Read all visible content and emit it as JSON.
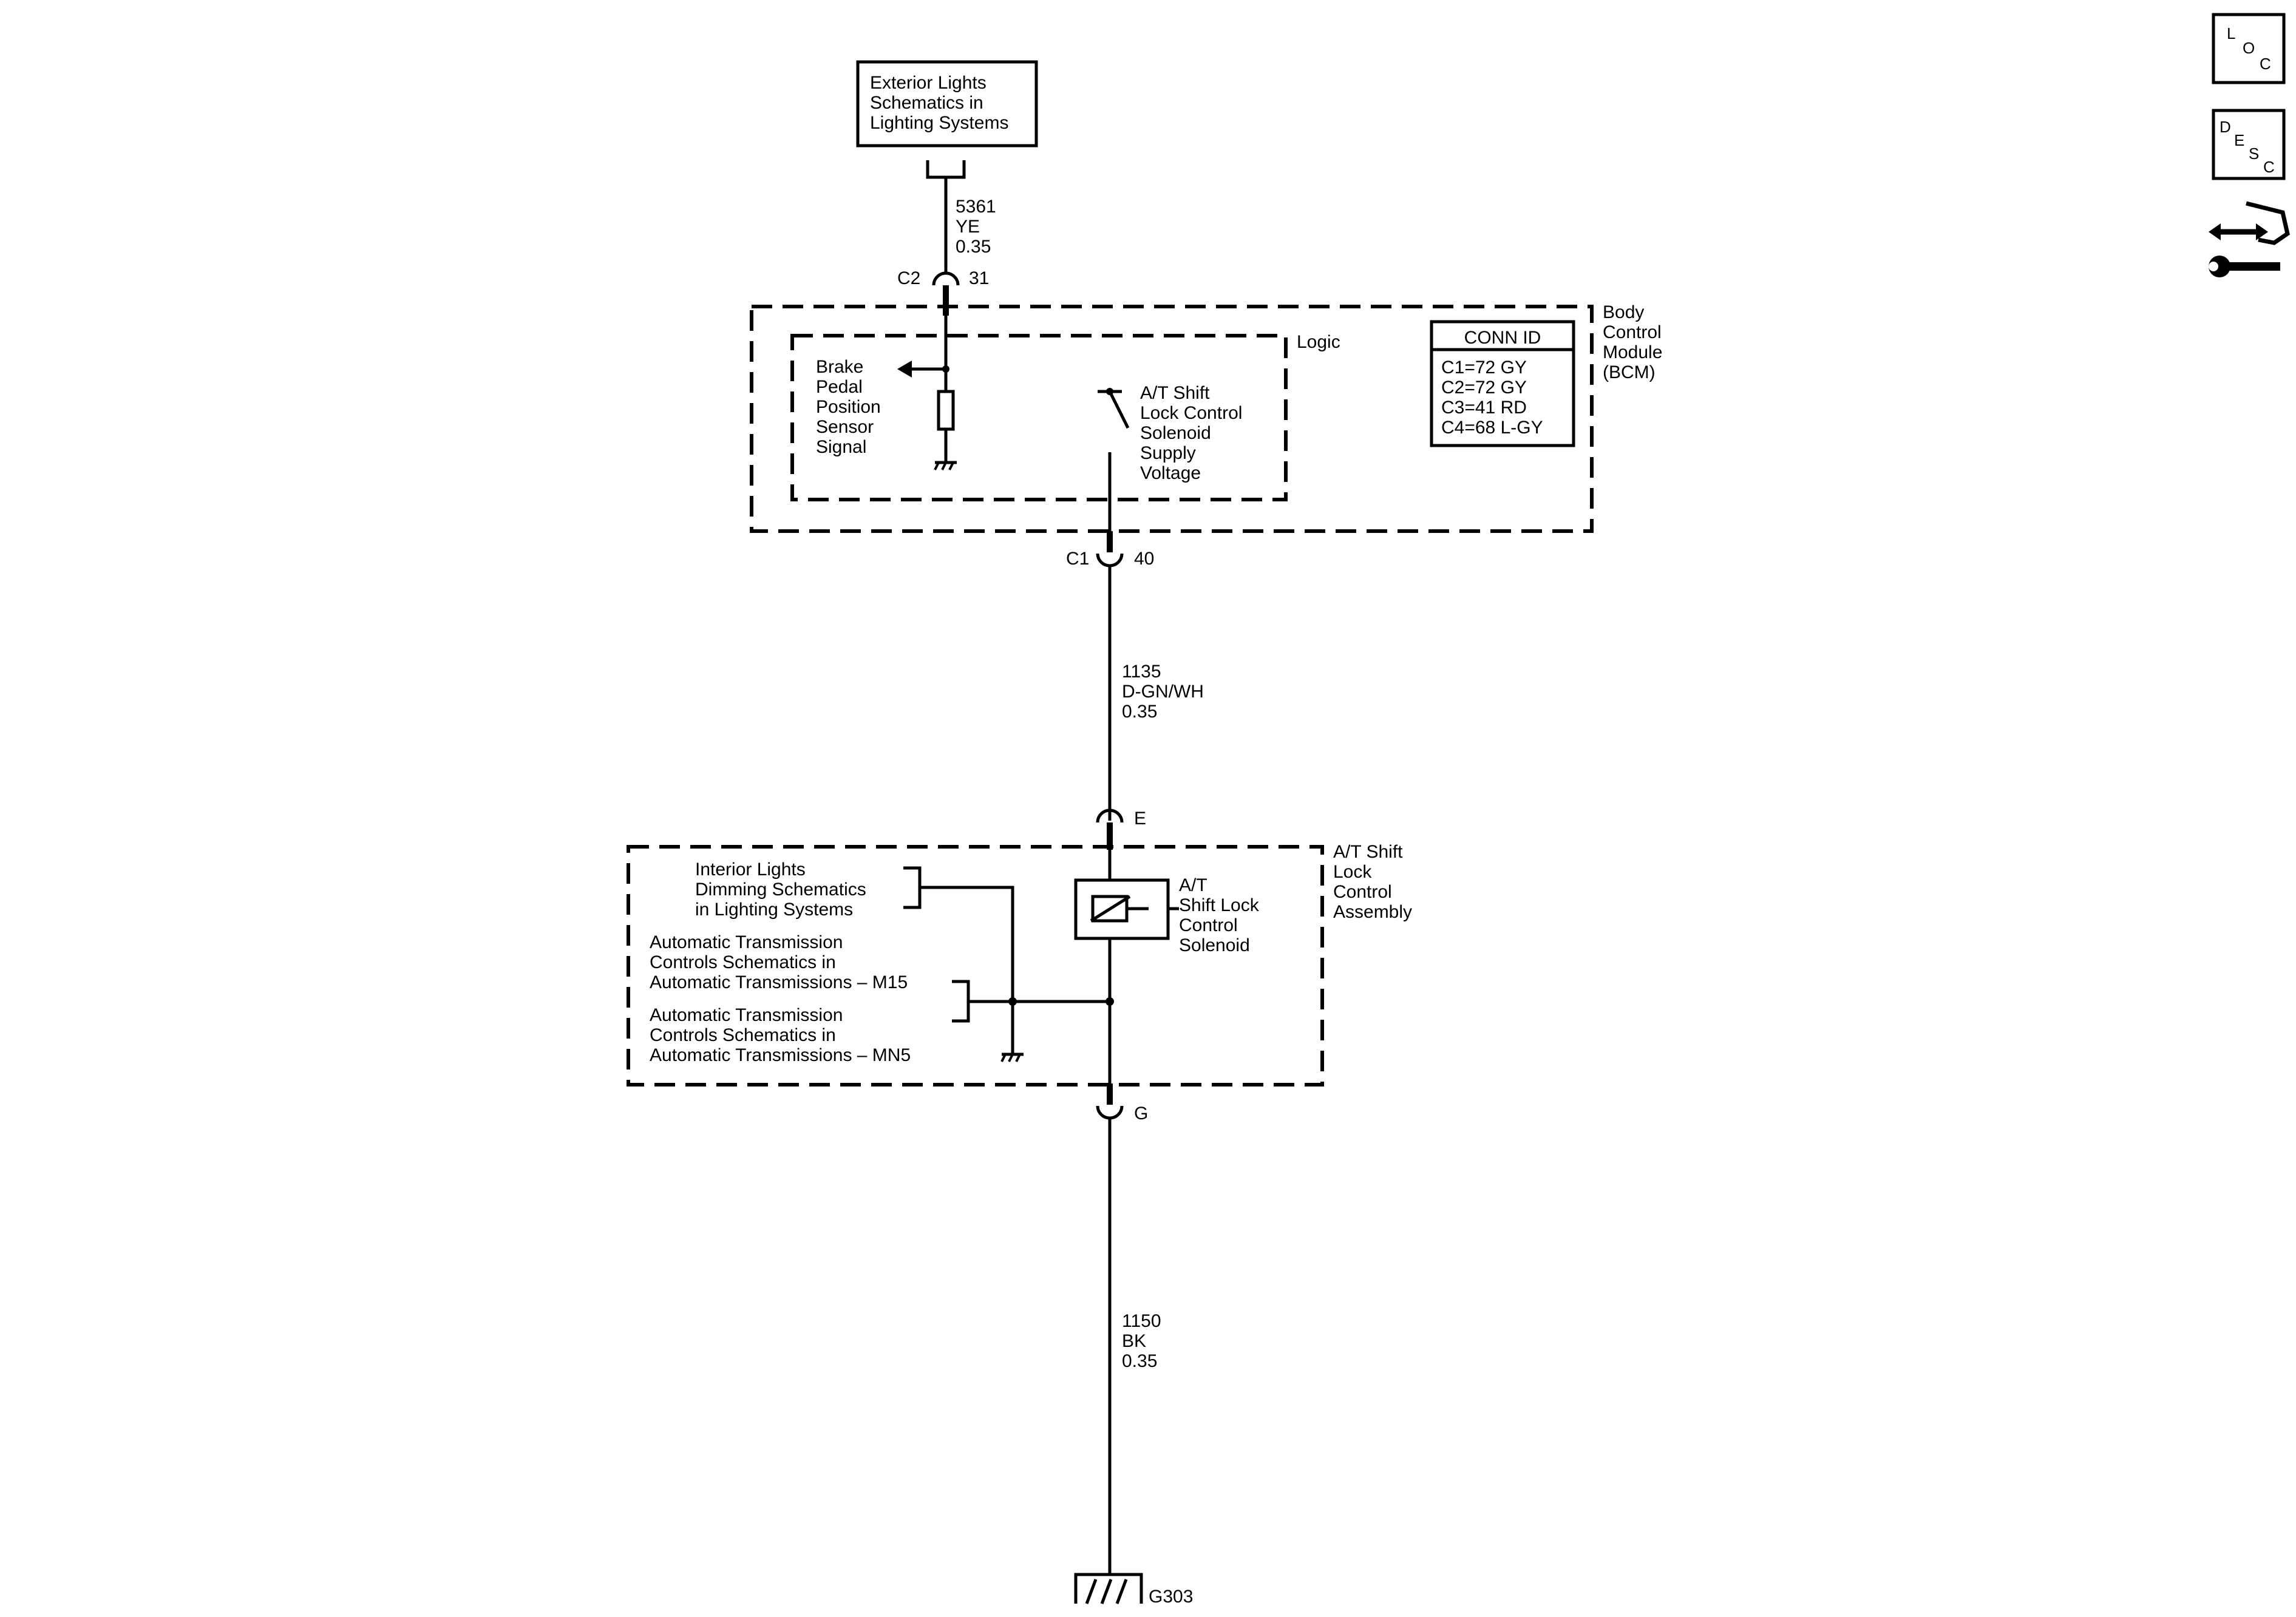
{
  "exterior_ref": [
    "Exterior Lights",
    "Schematics in",
    "Lighting Systems"
  ],
  "wire_top": {
    "circuit": "5361",
    "color": "YE",
    "size": "0.35"
  },
  "conn_c2": {
    "name": "C2",
    "pin": "31"
  },
  "bcm_label": [
    "Body",
    "Control",
    "Module",
    "(BCM)"
  ],
  "logic_label": "Logic",
  "bpp_label": [
    "Brake",
    "Pedal",
    "Position",
    "Sensor",
    "Signal"
  ],
  "shift_supply_label": [
    "A/T Shift",
    "Lock Control",
    "Solenoid",
    "Supply",
    "Voltage"
  ],
  "conn_id": {
    "title": "CONN ID",
    "rows": [
      "C1=72 GY",
      "C2=72 GY",
      "C3=41 RD",
      "C4=68 L-GY"
    ]
  },
  "conn_c1": {
    "name": "C1",
    "pin": "40"
  },
  "wire_mid": {
    "circuit": "1135",
    "color": "D-GN/WH",
    "size": "0.35"
  },
  "conn_e": {
    "pin": "E"
  },
  "assembly_label": [
    "A/T Shift",
    "Lock",
    "Control",
    "Assembly"
  ],
  "interior_ref": [
    "Interior Lights",
    "Dimming Schematics",
    "in Lighting Systems"
  ],
  "trans_m15_ref": [
    "Automatic Transmission",
    "Controls Schematics in",
    "Automatic Transmissions – M15"
  ],
  "trans_mn5_ref": [
    "Automatic Transmission",
    "Controls Schematics in",
    "Automatic Transmissions – MN5"
  ],
  "solenoid_label": [
    "A/T",
    "Shift Lock",
    "Control",
    "Solenoid"
  ],
  "conn_g": {
    "pin": "G"
  },
  "wire_bottom": {
    "circuit": "1150",
    "color": "BK",
    "size": "0.35"
  },
  "ground_label": "G303",
  "side_icons": {
    "loc": [
      "L",
      "O",
      "C"
    ],
    "desc": [
      "D",
      "E",
      "S",
      "C"
    ],
    "service_icon": "connector-wrench-icon"
  }
}
